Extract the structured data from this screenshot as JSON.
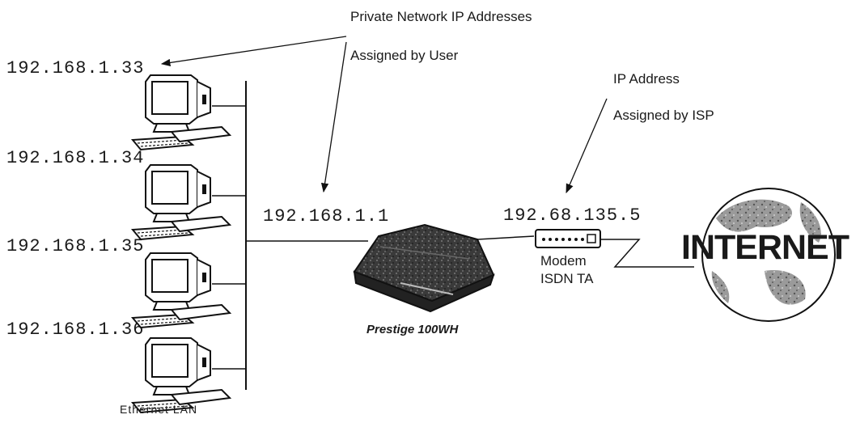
{
  "annotations": {
    "private_title": "Private Network IP Addresses",
    "private_sub": "Assigned by User",
    "isp_title": "IP Address",
    "isp_sub": "Assigned by ISP"
  },
  "hosts": [
    {
      "ip": "192.168.1.33"
    },
    {
      "ip": "192.168.1.34"
    },
    {
      "ip": "192.168.1.35"
    },
    {
      "ip": "192.168.1.36"
    }
  ],
  "lan_label": "Ethernet LAN",
  "router": {
    "ip": "192.168.1.1",
    "name": "Prestige 100WH"
  },
  "modem": {
    "ip": "192.68.135.5",
    "label_line1": "Modem",
    "label_line2": "ISDN TA"
  },
  "internet_label": "INTERNET"
}
